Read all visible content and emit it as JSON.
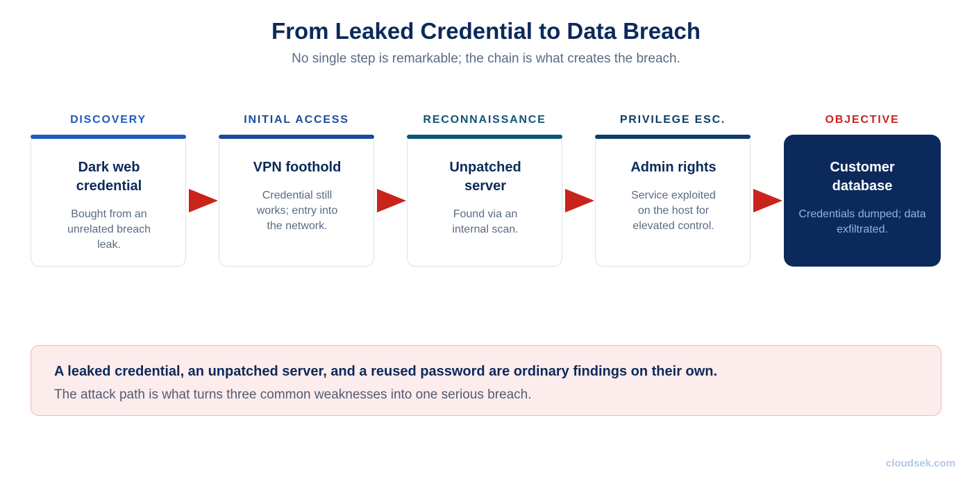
{
  "header": {
    "title": "From Leaked Credential to Data Breach",
    "subtitle": "No single step is remarkable; the chain is what creates the breach."
  },
  "stages": [
    {
      "label": "DISCOVERY",
      "title": "Dark web credential",
      "description": "Bought from an unrelated breach leak.",
      "label_color": "#1e5bbf",
      "bar_color": "#1e5bbf"
    },
    {
      "label": "INITIAL ACCESS",
      "title": "VPN foothold",
      "description": "Credential still works; entry into the network.",
      "label_color": "#1b4b9a",
      "bar_color": "#1b4b9a"
    },
    {
      "label": "RECONNAISSANCE",
      "title": "Unpatched server",
      "description": "Found via an internal scan.",
      "label_color": "#0f5377",
      "bar_color": "#0f5377"
    },
    {
      "label": "PRIVILEGE ESC.",
      "title": "Admin rights",
      "description": "Service exploited on the host for elevated control.",
      "label_color": "#0d3d66",
      "bar_color": "#0d3d66"
    },
    {
      "label": "OBJECTIVE",
      "title": "Customer database",
      "description": "Credentials dumped; data exfiltrated.",
      "label_color": "#c8241b",
      "bar_color": "#0b2a5b"
    }
  ],
  "arrow_color": "#c8241b",
  "callout": {
    "headline": "A leaked credential, an unpatched server, and a reused password are ordinary findings on their own.",
    "body": "The attack path is what turns three common weaknesses into one serious breach."
  },
  "footer": {
    "brand": "cloudsek.com"
  }
}
